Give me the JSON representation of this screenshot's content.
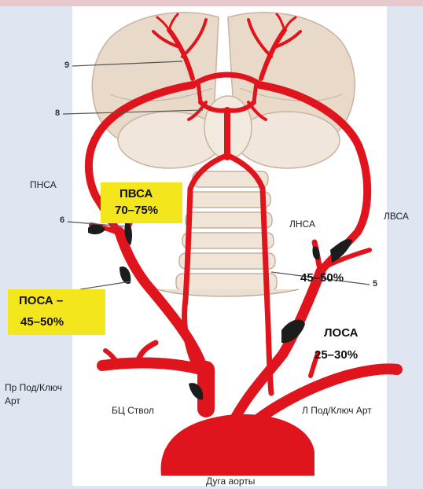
{
  "labels": {
    "pnsa": "ПНСА",
    "lnsa": "ЛНСА",
    "lvsa": "ЛВСА",
    "pvsa_name": "ПВСА",
    "pvsa_pct": "70–75%",
    "posa_name": "ПОСА –",
    "posa_pct": "45–50%",
    "lnsa_pct": "45–50%",
    "losa_name": "ЛОСА",
    "losa_pct": "25–30%",
    "pr_subclavian_1": "Пр Под/Ключ",
    "pr_subclavian_2": "Арт",
    "bc_trunk": "БЦ Ствол",
    "l_subclavian": "Л Под/Ключ Арт",
    "aortic_arch": "Дуга аорты"
  },
  "markers": {
    "m9": "9",
    "m8": "8",
    "m6": "6",
    "m5": "5"
  },
  "colors": {
    "artery": "#e0141c",
    "plaque": "#1c1c1c",
    "highlight": "#f3e61c",
    "brain": "#e8d8c8",
    "background": "#dfe6f1"
  }
}
